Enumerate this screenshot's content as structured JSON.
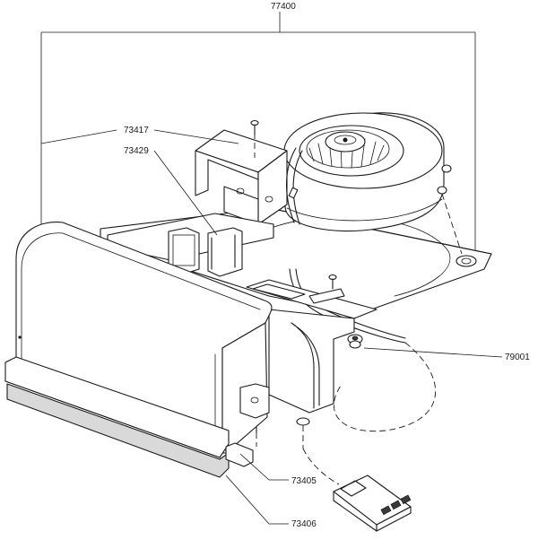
{
  "parts": {
    "assembly": "77400",
    "bracket": "73417",
    "frame": "73429",
    "grommet": "79001",
    "clip": "73405",
    "gasket": "73406"
  }
}
